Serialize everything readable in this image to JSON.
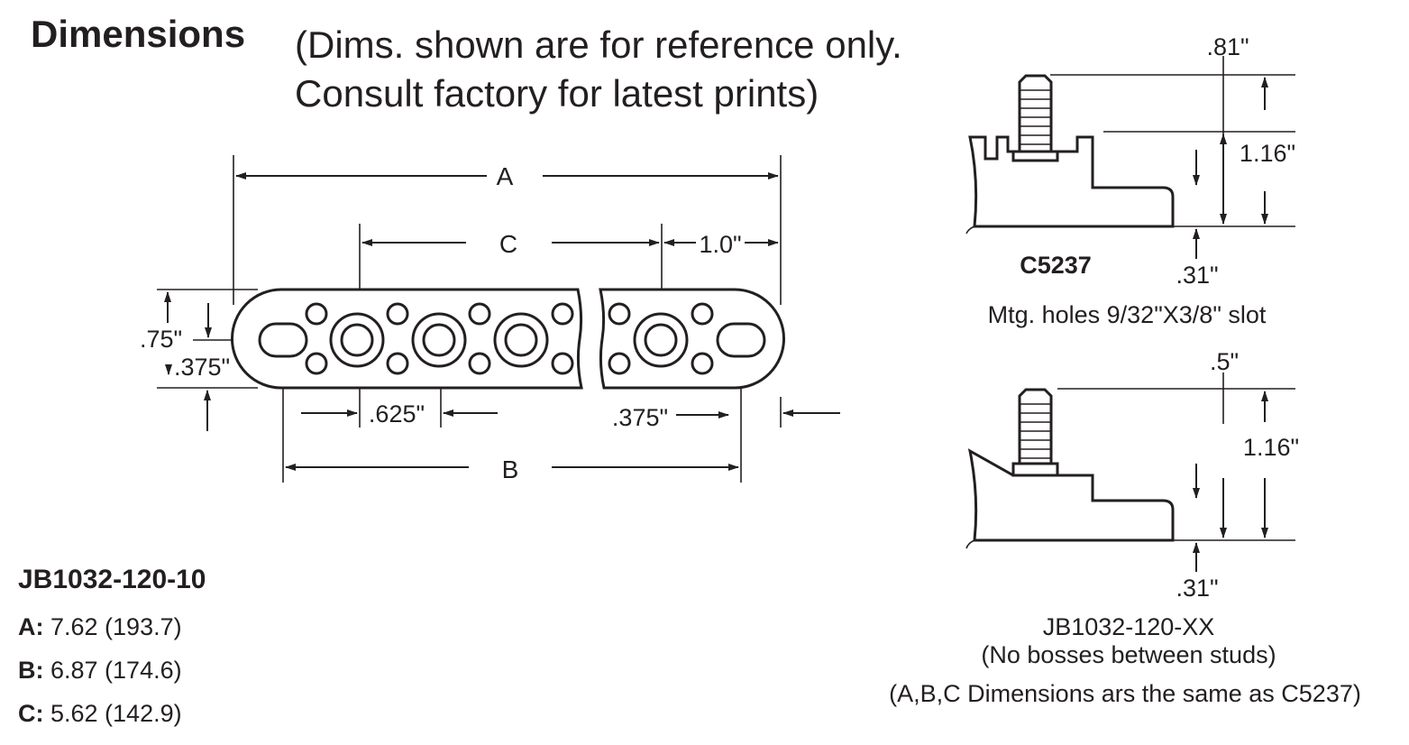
{
  "heading": "Dimensions",
  "note_lines": [
    "(Dims. shown are for reference only.",
    "Consult factory for latest prints)"
  ],
  "plan_view": {
    "dim_a": "A",
    "dim_b": "B",
    "dim_c": "C",
    "dim_end": "1.0\"",
    "dim_width": ".75\"",
    "dim_center": ".375\"",
    "dim_pitch": ".625\"",
    "dim_slot": ".375\""
  },
  "c5237": {
    "label": "C5237",
    "dim_stud": ".81\"",
    "dim_height": "1.16\"",
    "dim_base": ".31\"",
    "mounting_note": "Mtg. holes 9/32\"X3/8\" slot"
  },
  "jb_xx": {
    "dim_stud": ".5\"",
    "dim_height": "1.16\"",
    "dim_base": ".31\"",
    "label": "JB1032-120-XX",
    "note1": "(No bosses between studs)",
    "note2": "(A,B,C Dimensions ars the same as C5237)"
  },
  "specs": {
    "part_number": "JB1032-120-10",
    "rows": [
      {
        "key": "A:",
        "value": " 7.62 (193.7)"
      },
      {
        "key": "B:",
        "value": " 6.87 (174.6)"
      },
      {
        "key": "C:",
        "value": " 5.62 (142.9)"
      }
    ]
  }
}
